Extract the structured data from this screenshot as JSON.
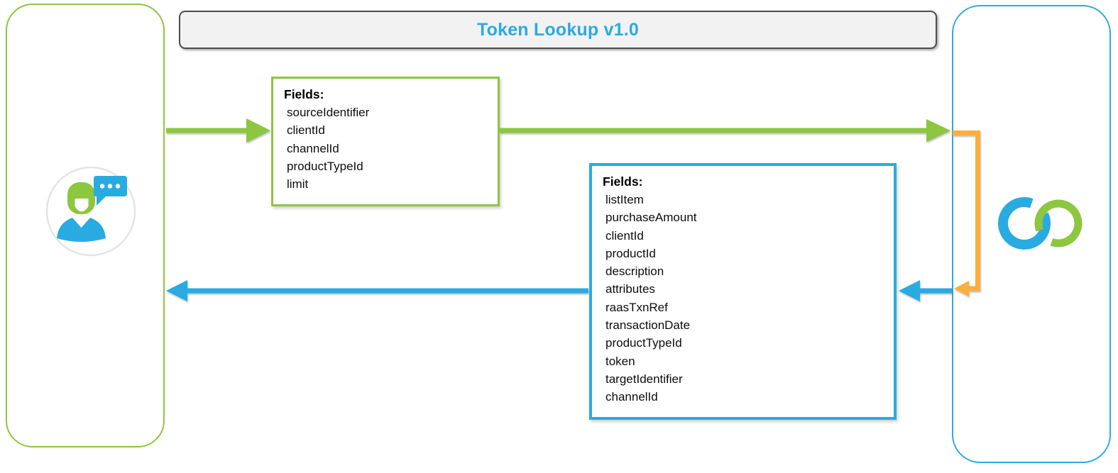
{
  "title": "Token Lookup v1.0",
  "request_box": {
    "label": "Fields:",
    "fields": [
      "sourceIdentifier",
      "clientId",
      "channelId",
      "productTypeId",
      "limit"
    ]
  },
  "response_box": {
    "label": "Fields:",
    "fields": [
      "listItem",
      "purchaseAmount",
      "clientId",
      "productId",
      "description",
      "attributes",
      "raasTxnRef",
      "transactionDate",
      "productTypeId",
      "token",
      "targetIdentifier",
      "channelId"
    ]
  },
  "icons": {
    "left": "user-chat-icon",
    "right": "interlocking-rings-logo"
  },
  "colors": {
    "green": "#8DC63F",
    "blue": "#29ABE2",
    "orange": "#FBAE3C",
    "title_text": "#29ABE2",
    "title_bar_bg": "#F2F2F2",
    "title_bar_border": "#4D4D4D"
  }
}
